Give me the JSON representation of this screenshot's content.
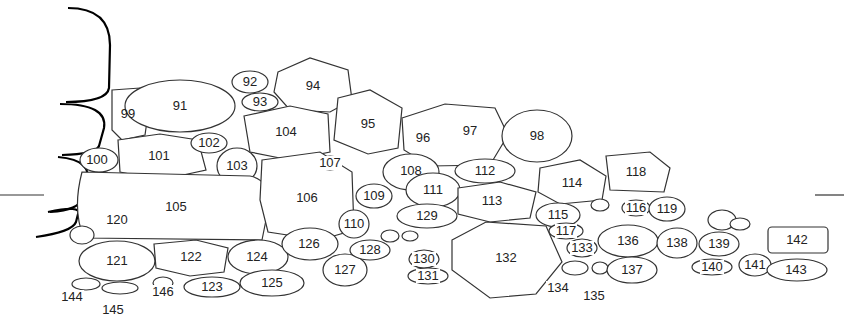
{
  "diagram": {
    "labels": [
      "91",
      "92",
      "93",
      "94",
      "95",
      "96",
      "97",
      "98",
      "99",
      "100",
      "101",
      "102",
      "103",
      "104",
      "105",
      "106",
      "107",
      "108",
      "109",
      "110",
      "111",
      "112",
      "113",
      "114",
      "115",
      "116",
      "117",
      "118",
      "119",
      "120",
      "121",
      "122",
      "123",
      "124",
      "125",
      "126",
      "127",
      "128",
      "129",
      "130",
      "131",
      "132",
      "133",
      "134",
      "135",
      "136",
      "137",
      "138",
      "139",
      "140",
      "141",
      "142",
      "143",
      "144",
      "145",
      "146"
    ]
  }
}
